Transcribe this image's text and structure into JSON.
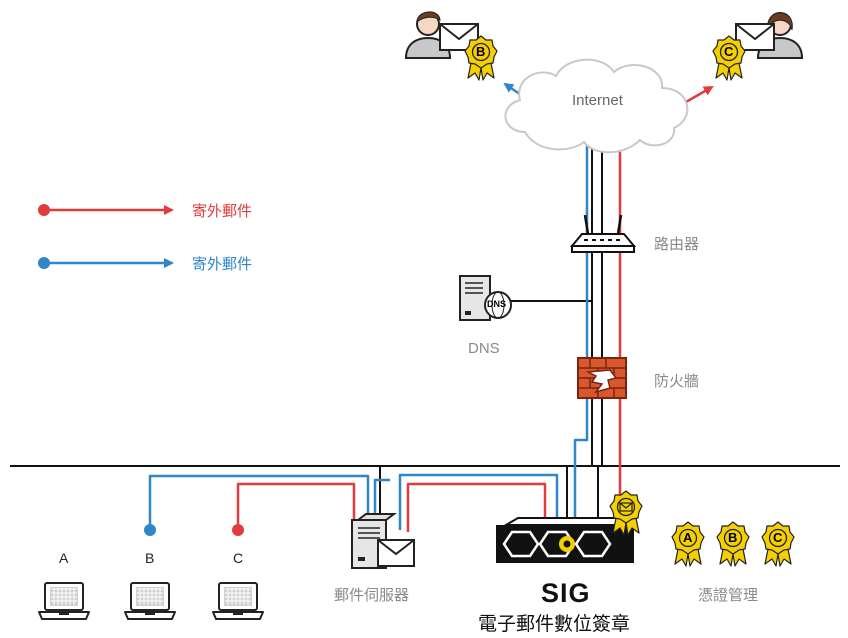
{
  "legend": [
    {
      "label": "寄外郵件",
      "color": "#e03c3c"
    },
    {
      "label": "寄外郵件",
      "color": "#2f86c8"
    }
  ],
  "nodes": {
    "internet": "Internet",
    "router": "路由器",
    "dns": "DNS",
    "dns_icon_text": "DNS",
    "firewall": "防火牆",
    "mail_server": "郵件伺服器",
    "sig_title": "SIG",
    "sig_subtitle": "電子郵件數位簽章",
    "cert_mgmt": "憑證管理"
  },
  "clients": [
    "A",
    "B",
    "C"
  ],
  "badges": {
    "recipient_left": "B",
    "recipient_right": "C",
    "cert_set": [
      "A",
      "B",
      "C"
    ]
  },
  "colors": {
    "outgoing_red": "#e03c3c",
    "outgoing_blue": "#2f86c8",
    "badge_gold": "#f5d000",
    "line_dark": "#111111"
  },
  "icons": [
    "person-icon",
    "envelope-icon",
    "award-badge-icon",
    "cloud-icon",
    "router-icon",
    "server-icon",
    "firewall-icon",
    "laptop-icon",
    "sig-appliance-icon"
  ]
}
